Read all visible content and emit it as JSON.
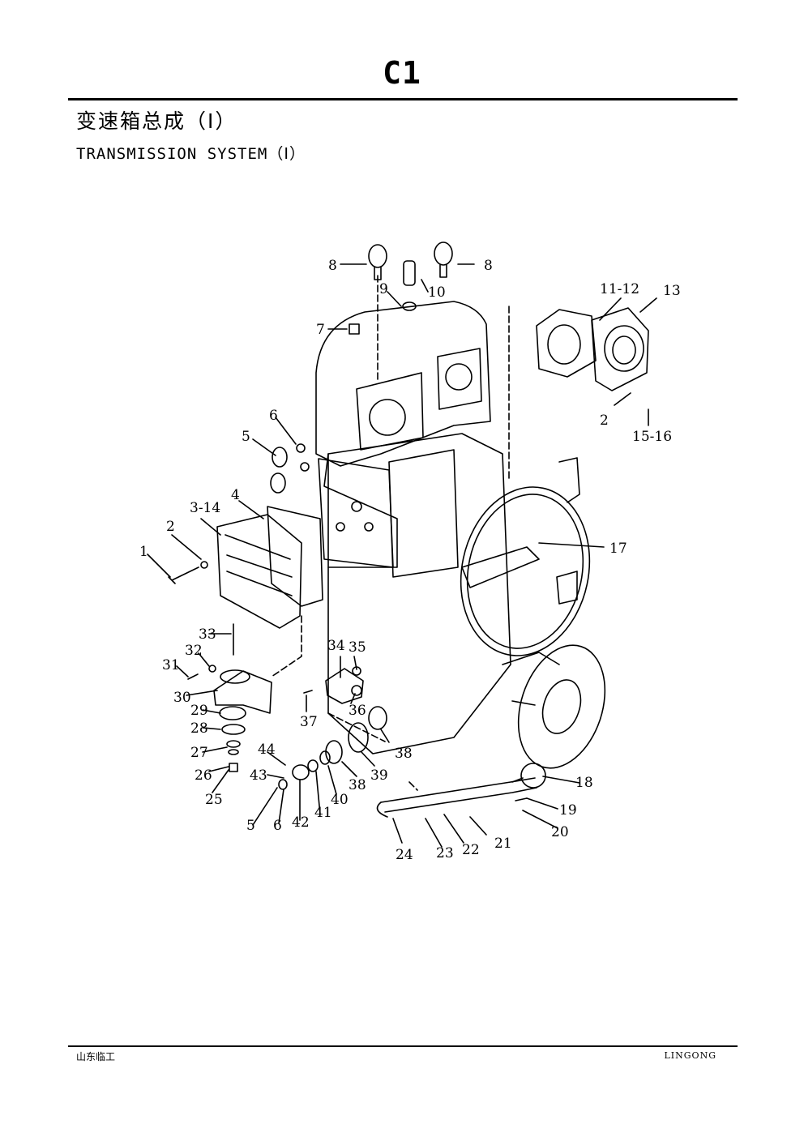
{
  "page": {
    "code": "C1",
    "title_cn": "变速箱总成（Ⅰ）",
    "title_en": "TRANSMISSION SYSTEM（Ⅰ）"
  },
  "callouts": [
    "8",
    "9",
    "10",
    "8",
    "7",
    "11-12",
    "13",
    "6",
    "5",
    "2",
    "15-16",
    "4",
    "3-14",
    "2",
    "1",
    "17",
    "33",
    "32",
    "31",
    "30",
    "34",
    "35",
    "29",
    "28",
    "37",
    "36",
    "27",
    "44",
    "26",
    "43",
    "25",
    "38",
    "39",
    "38",
    "18",
    "19",
    "20",
    "5",
    "6",
    "42",
    "41",
    "40",
    "21",
    "22",
    "23",
    "24"
  ],
  "footer": {
    "left": "山东临工",
    "right": "LINGONG"
  }
}
